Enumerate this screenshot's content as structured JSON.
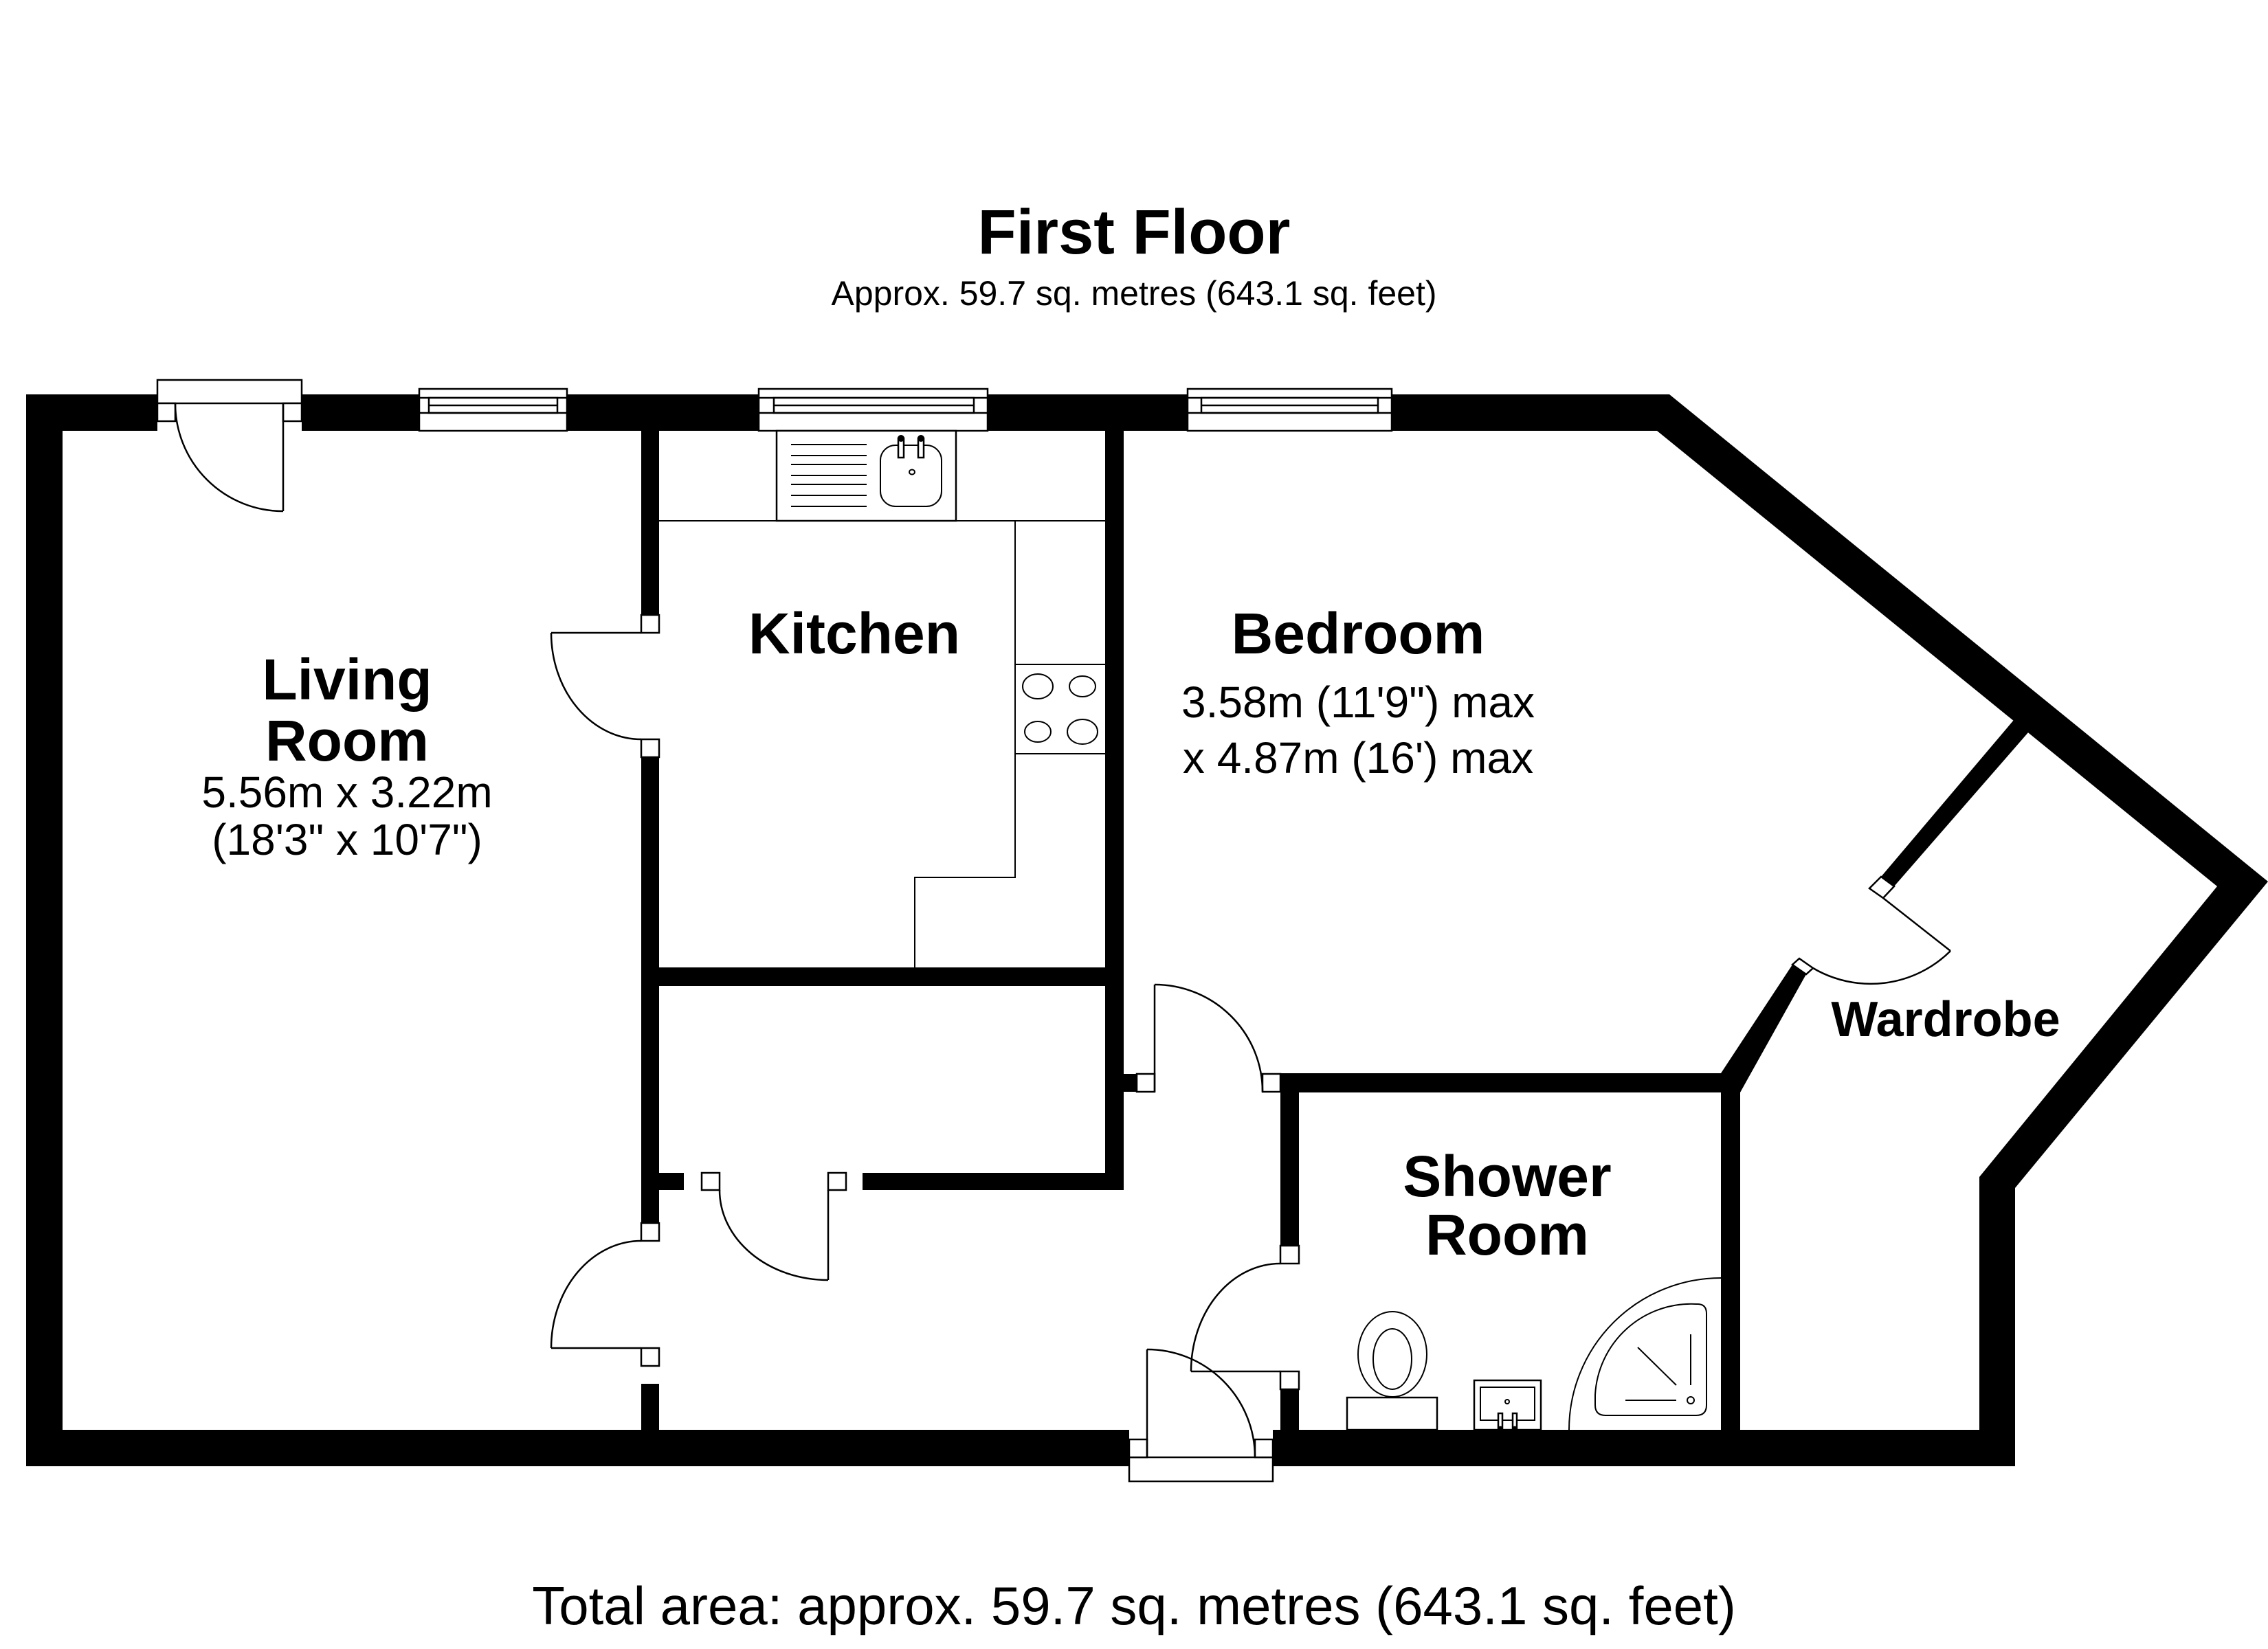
{
  "header": {
    "title": "First Floor",
    "subtitle": "Approx. 59.7 sq. metres (643.1 sq. feet)"
  },
  "rooms": {
    "living_room": {
      "name_line1": "Living",
      "name_line2": "Room",
      "dim_metric": "5.56m x 3.22m",
      "dim_imperial": "(18'3\" x 10'7\")"
    },
    "kitchen": {
      "name": "Kitchen"
    },
    "bedroom": {
      "name": "Bedroom",
      "dim_line1": "3.58m (11'9\") max",
      "dim_line2": "x 4.87m (16') max"
    },
    "shower_room": {
      "name_line1": "Shower",
      "name_line2": "Room"
    },
    "wardrobe": {
      "name": "Wardrobe"
    }
  },
  "footer": {
    "total_area": "Total area: approx. 59.7 sq. metres (643.1 sq. feet)"
  },
  "colors": {
    "wall": "#000000",
    "background": "#ffffff"
  }
}
